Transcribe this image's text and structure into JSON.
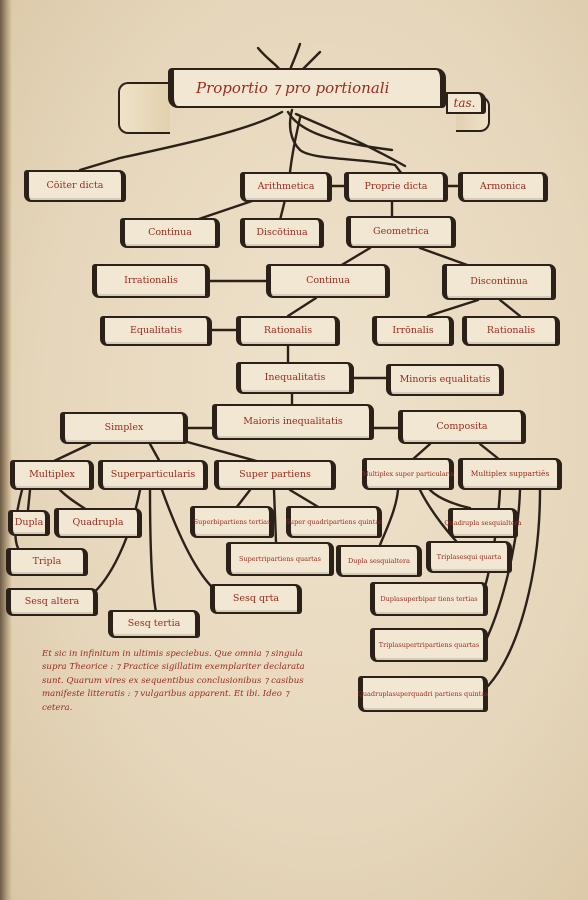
{
  "title": {
    "main": "Proportio ⁊ pro portionali",
    "tail": "tas."
  },
  "nodes": {
    "coiter_dicta": "Cōiter dicta",
    "arithmetica": "Arithmetica",
    "proprie_dicta": "Proprie dicta",
    "armonica": "Armonica",
    "continua": "Continua",
    "discontinua": "Discōtinua",
    "geometrica": "Geometrica",
    "irrationalis": "Irrationalis",
    "continua2": "Continua",
    "discontinua2": "Discontinua",
    "equalitatis": "Equalitatis",
    "rationalis": "Rationalis",
    "irronalis": "Irrōnalis",
    "rationalis2": "Rationalis",
    "inequalitatis": "Inequalitatis",
    "minoris_inequalitatis": "Minoris equalitatis",
    "simplex": "Simplex",
    "maioris_inequalitatis": "Maioris inequalitatis",
    "composita": "Composita",
    "multiplex": "Multiplex",
    "superparticularis": "Superparticularis",
    "superpartiens": "Super partiens",
    "multiplex_superparticularis": "Multiplex super particularis",
    "multiplex_superpartiens": "Multiplex suppartiēs",
    "dupla": "Dupla",
    "quadrupla": "Quadrupla",
    "superbipartiens": "Superbipartiens tertias",
    "superquadri": "Super quadripartiens quintas",
    "superquadruplapartiens": "Quadrupla sesquialtera",
    "tripla": "Tripla",
    "supertripartiens": "Supertripartiens quartas",
    "dupla_sesq": "Dupla sesquialtera",
    "triplasupraquarta": "Triplasesqui quarta",
    "sesqualtera": "Sesq altera",
    "sesq_quarta": "Sesq qrta",
    "sesq_tertia": "Sesq tertia",
    "duplasuperbi": "Duplasuperbipar tiens tertias",
    "triplasupertri": "Triplasupertripartiens quartas",
    "quadruplasuper": "Quadruplasuperquadri partiens quintas"
  },
  "footnote": "Et sic in infinitum in ultimis speciebus. Que omnia ⁊ singula supra Theorice : ⁊ Practice sigillatim exemplariter declarata sunt. Quarum vires ex sequentibus conclusionibus ⁊ casibus manifeste litteratis : ⁊ vulgaribus apparent. Et ibi. Ideo ⁊ cetera.",
  "colors": {
    "ink": "#2b2118",
    "rubric": "#9a2b20",
    "paper": "#efe3cc"
  }
}
